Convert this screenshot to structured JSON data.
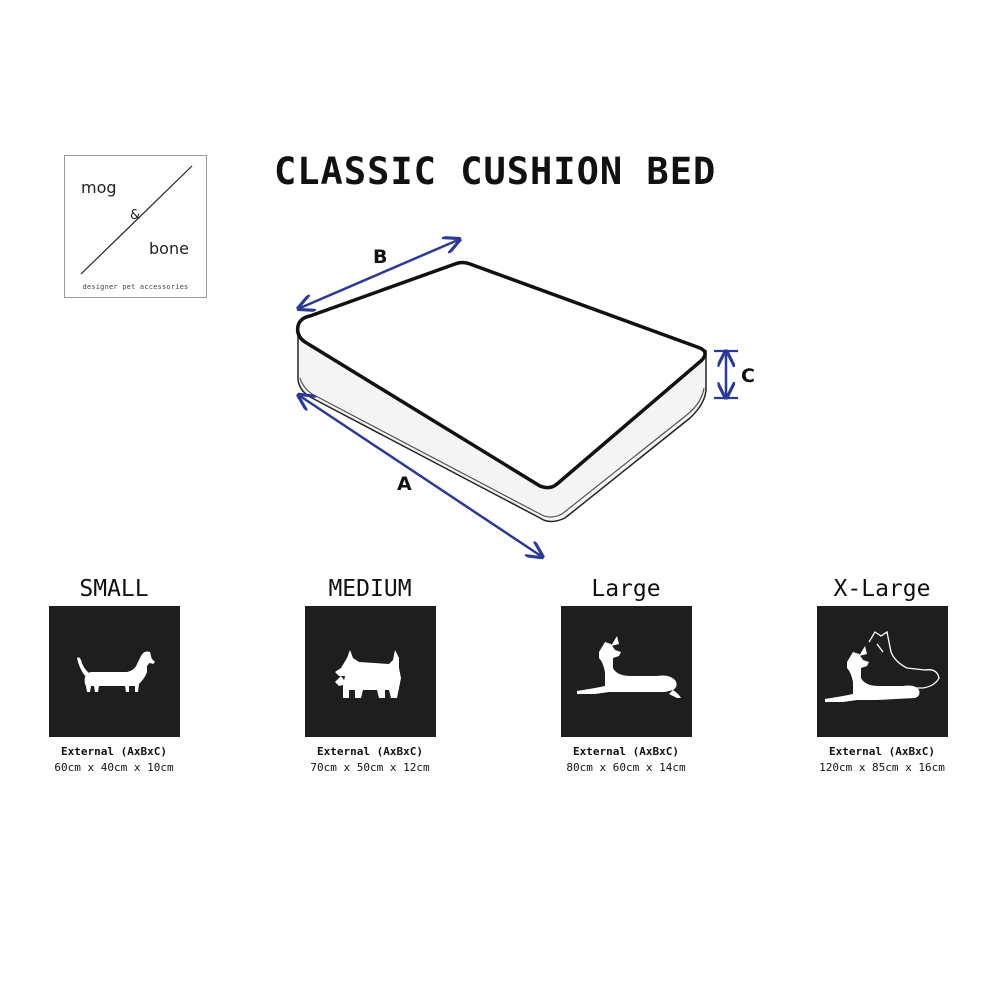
{
  "logo": {
    "line1": "mog",
    "amp": "&",
    "line2": "bone",
    "tagline": "designer pet accessories"
  },
  "title": "CLASSIC CUSHION BED",
  "diagram": {
    "label_a": "A",
    "label_b": "B",
    "label_c": "C",
    "accent_color": "#2b3a93"
  },
  "sizes": [
    {
      "name": "SMALL",
      "dog_icon": "basset-hound-icon",
      "external_label": "External (AxBxC)",
      "dimensions": "60cm x 40cm x 10cm"
    },
    {
      "name": "MEDIUM",
      "dog_icon": "scottie-dog-icon",
      "external_label": "External (AxBxC)",
      "dimensions": "70cm x 50cm x 12cm"
    },
    {
      "name": "Large",
      "dog_icon": "great-dane-lying-icon",
      "external_label": "External (AxBxC)",
      "dimensions": "80cm x 60cm x 14cm"
    },
    {
      "name": "X-Large",
      "dog_icon": "two-great-danes-icon",
      "external_label": "External (AxBxC)",
      "dimensions": "120cm x 85cm x 16cm"
    }
  ]
}
